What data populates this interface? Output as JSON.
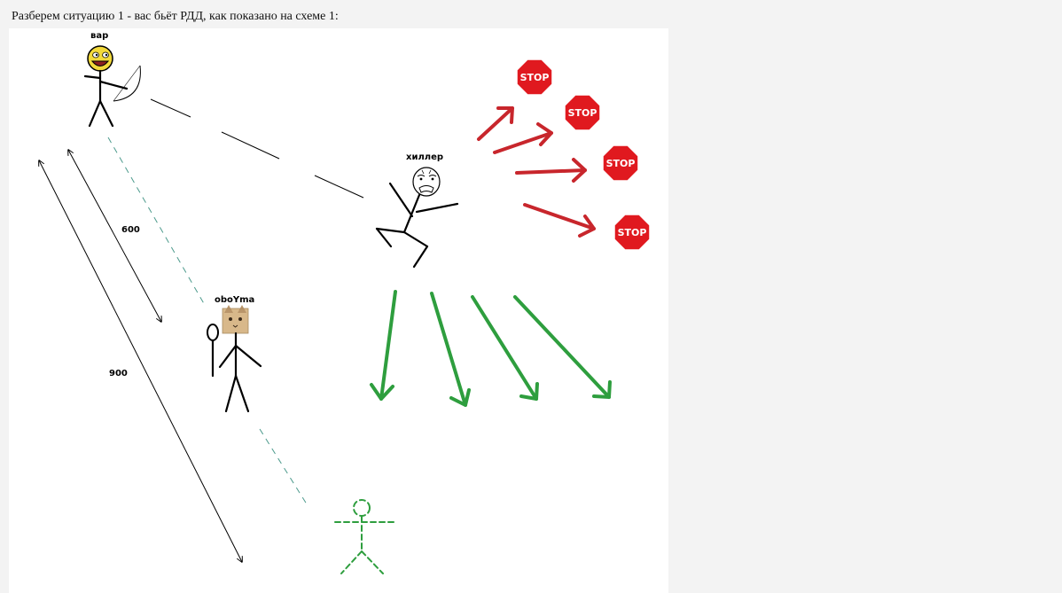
{
  "caption": "Разберем ситуацию 1 - вас бьёт РДД, как показано на схеме 1:",
  "labels": {
    "var": "вар",
    "hiller": "хиллер",
    "oboyma": "oboYma",
    "dist_short": "600",
    "dist_long": "900"
  },
  "stop_sign_text": "STOP",
  "colors": {
    "red_arrow": "#c8262c",
    "green": "#2e9e3e",
    "stop_fill": "#e0191f",
    "dash_teal": "#4c9a8c"
  }
}
